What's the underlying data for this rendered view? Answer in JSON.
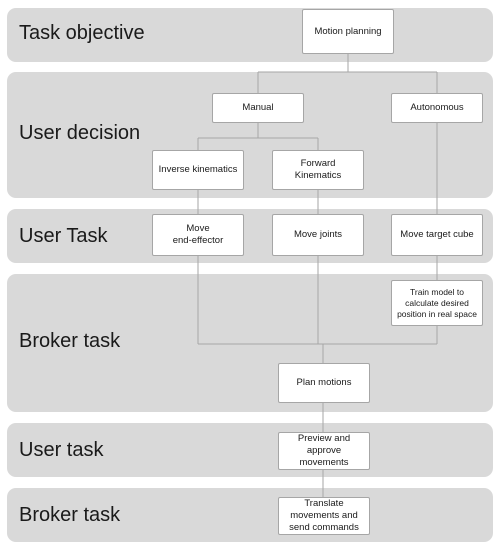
{
  "bands": [
    {
      "id": "task-objective",
      "label": "Task objective"
    },
    {
      "id": "user-decision",
      "label": "User decision"
    },
    {
      "id": "user-task-1",
      "label": "User Task"
    },
    {
      "id": "broker-task-1",
      "label": "Broker task"
    },
    {
      "id": "user-task-2",
      "label": "User task"
    },
    {
      "id": "broker-task-2",
      "label": "Broker task"
    }
  ],
  "nodes": {
    "motion_planning": "Motion planning",
    "manual": "Manual",
    "autonomous": "Autonomous",
    "inverse_kinematics": "Inverse kinematics",
    "forward_kinematics": "Forward\nKinematics",
    "move_end_effector": "Move\nend-effector",
    "move_joints": "Move joints",
    "move_target_cube": "Move target cube",
    "train_model": "Train model to\ncalculate desired\nposition in real space",
    "plan_motions": "Plan motions",
    "preview_approve": "Preview and\napprove\nmovements",
    "translate_send": "Translate\nmovements and\nsend commands"
  },
  "colors": {
    "band": "#d9d9d9",
    "box_border": "#a6a6a6",
    "connector": "#a6a6a6"
  }
}
